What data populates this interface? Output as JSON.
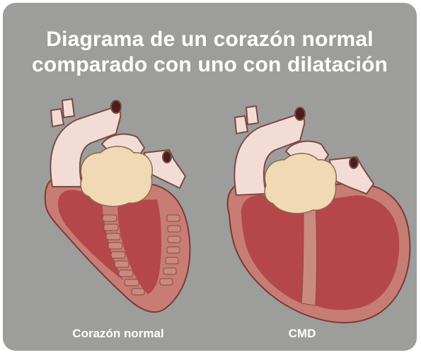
{
  "title": {
    "line1": "Diagrama de un corazón normal",
    "line2": "comparado con uno con dilatación"
  },
  "panels": [
    {
      "label": "Corazón normal"
    },
    {
      "label": "CMD"
    }
  ],
  "colors": {
    "background": "#9d9d9c",
    "muscle": "#b5474a",
    "wall": "#c77d73",
    "vessel": "#f3dcd5",
    "fat": "#f0d9b4",
    "text": "#ffffff"
  }
}
